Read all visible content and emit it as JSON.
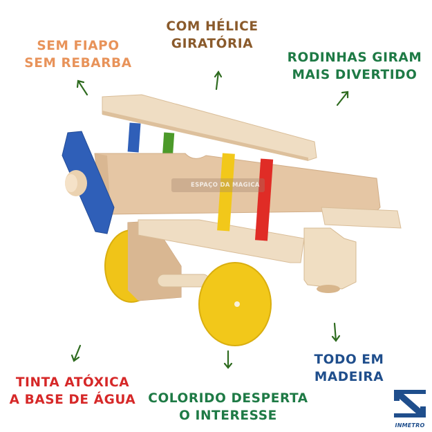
{
  "labels": {
    "no_splinter": {
      "line1": "SEM FIAPO",
      "line2": "SEM REBARBA",
      "color": "#E8935A"
    },
    "propeller": {
      "line1": "COM HÉLICE",
      "line2": "GIRATÓRIA",
      "color": "#8A5A2B"
    },
    "wheels": {
      "line1": "RODINHAS GIRAM",
      "line2": "MAIS DIVERTIDO",
      "color": "#1E7A45"
    },
    "paint": {
      "line1": "TINTA ATÓXICA",
      "line2": "A BASE DE ÁGUA",
      "color": "#D62828"
    },
    "colorful": {
      "line1": "COLORIDO DESPERTA",
      "line2": "O INTERESSE",
      "color": "#1E7A45"
    },
    "wood": {
      "line1": "TODO EM",
      "line2": "MADEIRA",
      "color": "#1F4E8C"
    }
  },
  "watermark": {
    "text": "ESPAÇO DA MAGICA"
  },
  "certification": {
    "name": "INMETRO",
    "color": "#1F4E8C"
  },
  "colors": {
    "arrow": "#2E6B1F",
    "wood_light": "#EED9BC",
    "wood_mid": "#E2C3A0",
    "propeller_blue": "#2F5FB8",
    "wheel_yellow": "#F2C81A",
    "strut_red": "#E02C26",
    "strut_yellow": "#F2C81A",
    "strut_green": "#4C9A2A",
    "strut_blue": "#2F5FB8"
  }
}
